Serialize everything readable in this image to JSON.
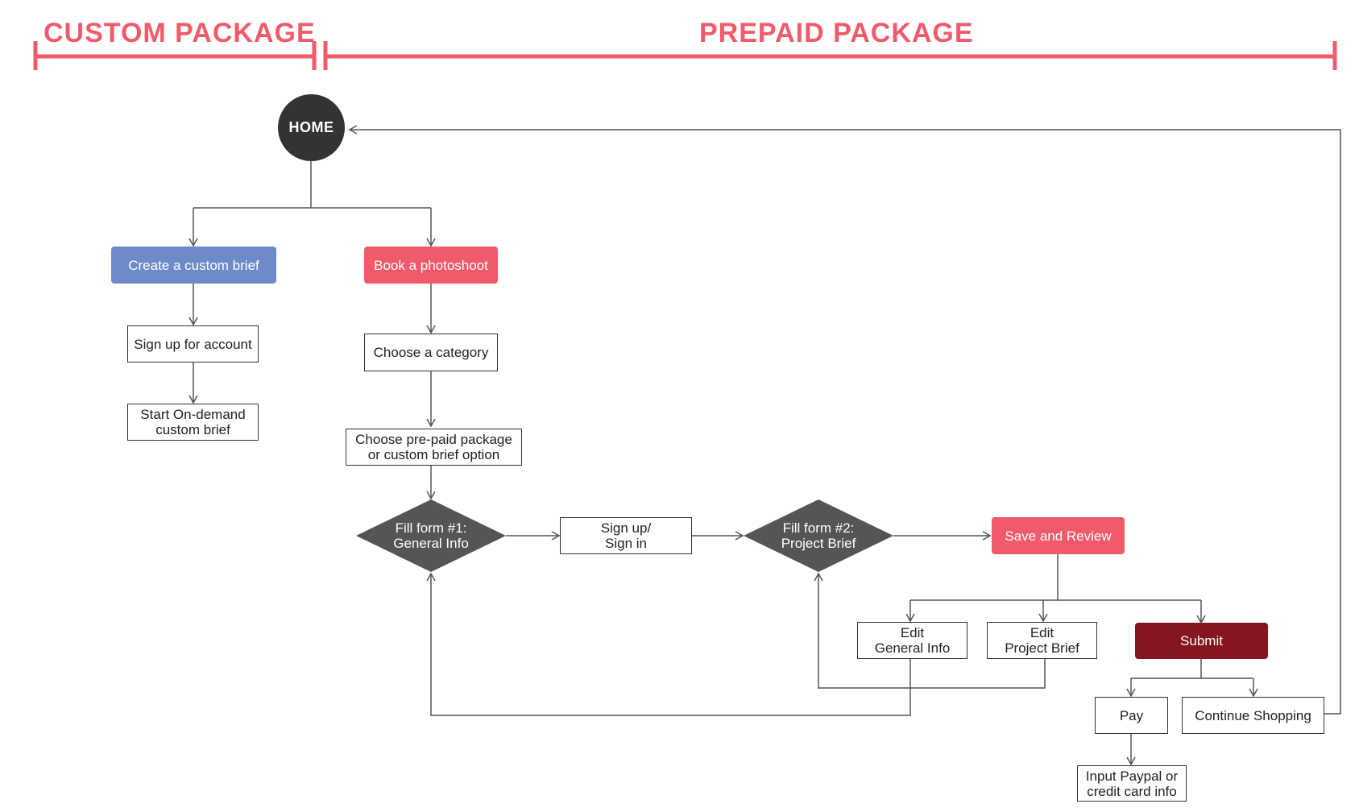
{
  "colors": {
    "accent_red": "#F05A6A",
    "blue": "#6C8BC8",
    "dark_red": "#851520",
    "dark": "#333333",
    "diamond": "#555555",
    "line": "#555555"
  },
  "sections": {
    "custom": "CUSTOM PACKAGE",
    "prepaid": "PREPAID PACKAGE"
  },
  "nodes": {
    "home": "HOME",
    "create_brief": "Create a custom brief",
    "sign_up_account": "Sign up for account",
    "start_on_demand": "Start On-demand\ncustom brief",
    "book_photoshoot": "Book a photoshoot",
    "choose_category": "Choose a category",
    "choose_prepaid": "Choose pre-paid package\nor custom brief option",
    "fill_form_1": "Fill form #1:\nGeneral Info",
    "sign_up_in": "Sign up/\nSign in",
    "fill_form_2": "Fill form #2:\nProject Brief",
    "save_review": "Save and Review",
    "edit_general": "Edit\nGeneral Info",
    "edit_project": "Edit\nProject Brief",
    "submit": "Submit",
    "pay": "Pay",
    "continue_shopping": "Continue Shopping",
    "input_payment": "Input Paypal or\ncredit card info"
  }
}
